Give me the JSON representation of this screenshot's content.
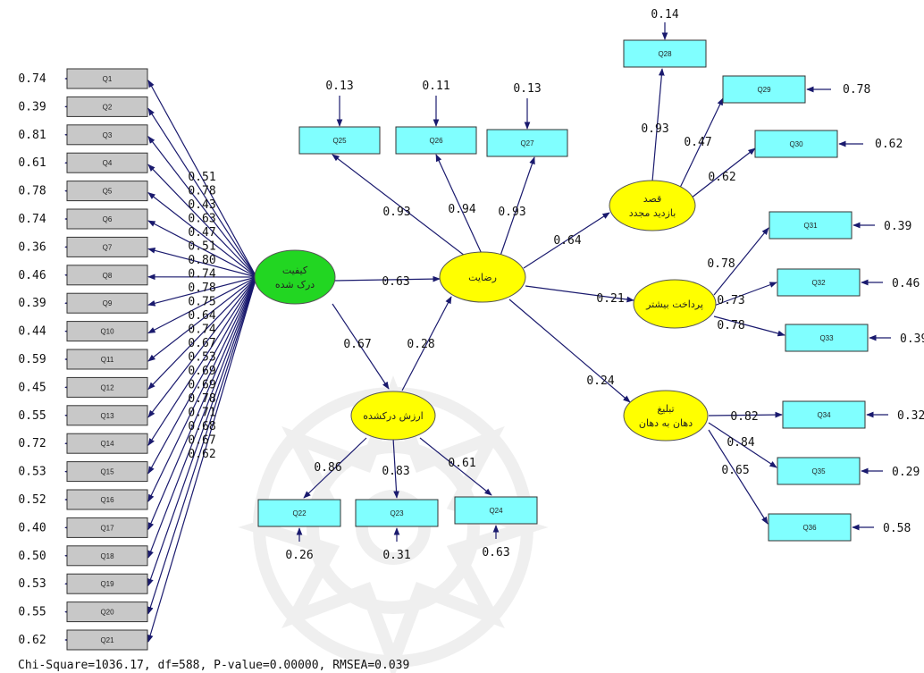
{
  "model": {
    "perceived_quality": {
      "label_lines": [
        "کیفیت",
        "درک شده"
      ],
      "color": "#22d622"
    },
    "satisfaction": {
      "label_lines": [
        "رضایت"
      ],
      "color": "#ffff00"
    },
    "perceived_value": {
      "label_lines": [
        "ارزش درکشده"
      ],
      "color": "#ffff00"
    },
    "revisit_intention": {
      "label_lines": [
        "قصد",
        "بازدید مجدد"
      ],
      "color": "#ffff00"
    },
    "pay_more": {
      "label_lines": [
        "پرداخت بیشتر"
      ],
      "color": "#ffff00"
    },
    "word_of_mouth": {
      "label_lines": [
        "تبلیغ",
        "دهان به دهان"
      ],
      "color": "#ffff00"
    }
  },
  "colors": {
    "indicator_gray": "#c8c8c8",
    "indicator_cyan": "#80ffff",
    "arrow": "#1a1a6e"
  },
  "quality_indicators": [
    {
      "label": "Q1",
      "error": "0.74",
      "loading": "0.51"
    },
    {
      "label": "Q2",
      "error": "0.39",
      "loading": "0.78"
    },
    {
      "label": "Q3",
      "error": "0.81",
      "loading": "0.43"
    },
    {
      "label": "Q4",
      "error": "0.61",
      "loading": "0.63"
    },
    {
      "label": "Q5",
      "error": "0.78",
      "loading": "0.47"
    },
    {
      "label": "Q6",
      "error": "0.74",
      "loading": "0.51"
    },
    {
      "label": "Q7",
      "error": "0.36",
      "loading": "0.80"
    },
    {
      "label": "Q8",
      "error": "0.46",
      "loading": "0.74"
    },
    {
      "label": "Q9",
      "error": "0.39",
      "loading": "0.78"
    },
    {
      "label": "Q10",
      "error": "0.44",
      "loading": "0.75"
    },
    {
      "label": "Q11",
      "error": "0.59",
      "loading": "0.64"
    },
    {
      "label": "Q12",
      "error": "0.45",
      "loading": "0.74"
    },
    {
      "label": "Q13",
      "error": "0.55",
      "loading": "0.67"
    },
    {
      "label": "Q14",
      "error": "0.72",
      "loading": "0.53"
    },
    {
      "label": "Q15",
      "error": "0.53",
      "loading": "0.69"
    },
    {
      "label": "Q16",
      "error": "0.52",
      "loading": "0.69"
    },
    {
      "label": "Q17",
      "error": "0.40",
      "loading": "0.78"
    },
    {
      "label": "Q18",
      "error": "0.50",
      "loading": "0.71"
    },
    {
      "label": "Q19",
      "error": "0.53",
      "loading": "0.68"
    },
    {
      "label": "Q20",
      "error": "0.55",
      "loading": "0.67"
    },
    {
      "label": "Q21",
      "error": "0.62",
      "loading": "0.62"
    }
  ],
  "satisfaction_indicators": [
    {
      "label": "Q25",
      "error": "0.13",
      "loading": "0.93"
    },
    {
      "label": "Q26",
      "error": "0.11",
      "loading": "0.94"
    },
    {
      "label": "Q27",
      "error": "0.13",
      "loading": "0.93"
    }
  ],
  "value_indicators": [
    {
      "label": "Q22",
      "error": "0.26",
      "loading": "0.86"
    },
    {
      "label": "Q23",
      "error": "0.31",
      "loading": "0.83"
    },
    {
      "label": "Q24",
      "error": "0.63",
      "loading": "0.61"
    }
  ],
  "revisit_indicators": [
    {
      "label": "Q28",
      "error": "0.14",
      "loading": "0.93"
    },
    {
      "label": "Q29",
      "error": "0.78",
      "loading": "0.47"
    },
    {
      "label": "Q30",
      "error": "0.62",
      "loading": "0.62"
    }
  ],
  "paymore_indicators": [
    {
      "label": "Q31",
      "error": "0.39",
      "loading": "0.78"
    },
    {
      "label": "Q32",
      "error": "0.46",
      "loading": "0.73"
    },
    {
      "label": "Q33",
      "error": "0.39",
      "loading": "0.78"
    }
  ],
  "wom_indicators": [
    {
      "label": "Q34",
      "error": "0.32",
      "loading": "0.82"
    },
    {
      "label": "Q35",
      "error": "0.29",
      "loading": "0.84"
    },
    {
      "label": "Q36",
      "error": "0.58",
      "loading": "0.65"
    }
  ],
  "structural_paths": {
    "quality_to_satisfaction": "0.63",
    "quality_to_value": "0.67",
    "value_to_satisfaction": "0.28",
    "satisfaction_to_revisit": "0.64",
    "satisfaction_to_paymore": "0.21",
    "satisfaction_to_wom": "0.24"
  },
  "fit_statistics": "Chi-Square=1036.17, df=588, P-value=0.00000, RMSEA=0.039"
}
